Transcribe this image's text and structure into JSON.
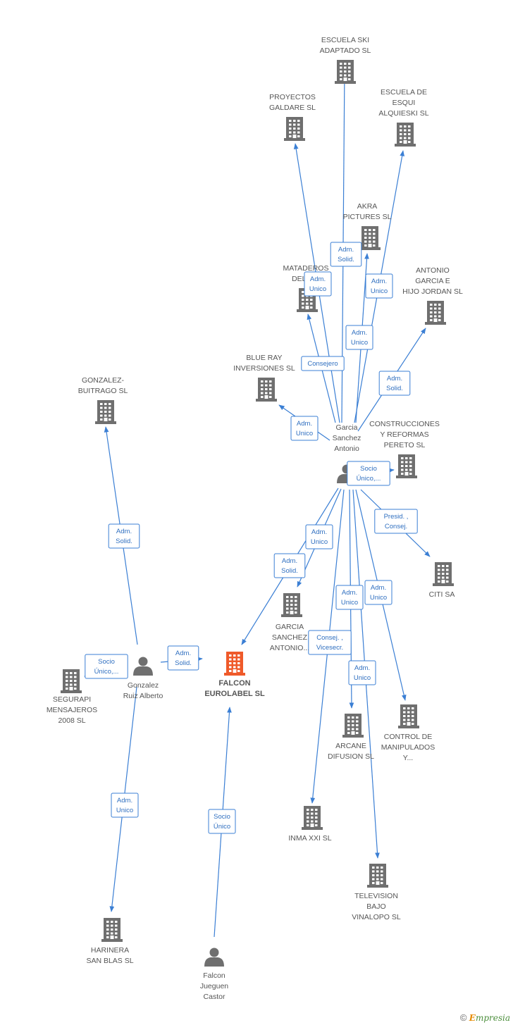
{
  "colors": {
    "edge": "#3b7fd4",
    "building": "#6f6f6f",
    "main_building": "#ef5a2a",
    "person": "#6f6f6f"
  },
  "nodes": [
    {
      "id": "falcon",
      "type": "company-main",
      "label": [
        "FALCON",
        "EUROLABEL SL"
      ]
    },
    {
      "id": "gsa",
      "type": "person",
      "label": [
        "Garcia",
        "Sanchez",
        "Antonio"
      ]
    },
    {
      "id": "gra",
      "type": "person",
      "label": [
        "Gonzalez",
        "Ruiz Alberto"
      ]
    },
    {
      "id": "fjc",
      "type": "person",
      "label": [
        "Falcon",
        "Jueguen",
        "Castor"
      ]
    },
    {
      "id": "eskiadapt",
      "type": "company",
      "label": [
        "ESCUELA SKI",
        "ADAPTADO SL"
      ]
    },
    {
      "id": "proyectos",
      "type": "company",
      "label": [
        "PROYECTOS",
        "GALDARE SL"
      ]
    },
    {
      "id": "escuelaesqui",
      "type": "company",
      "label": [
        "ESCUELA DE",
        "ESQUI",
        "ALQUIESKI SL"
      ]
    },
    {
      "id": "akra",
      "type": "company",
      "label": [
        "AKRA",
        "PICTURES SL"
      ]
    },
    {
      "id": "mataderos",
      "type": "company",
      "label": [
        "MATADEROS",
        "DEL O..."
      ]
    },
    {
      "id": "antoniogarcia",
      "type": "company",
      "label": [
        "ANTONIO",
        "GARCIA E",
        "HIJO JORDAN SL"
      ]
    },
    {
      "id": "blueray",
      "type": "company",
      "label": [
        "BLUE RAY",
        "INVERSIONES SL"
      ]
    },
    {
      "id": "construcciones",
      "type": "company",
      "label": [
        "CONSTRUCCIONES",
        "Y REFORMAS",
        "PERETO  SL"
      ]
    },
    {
      "id": "gonzalezbuitrago",
      "type": "company",
      "label": [
        "GONZALEZ-",
        "BUITRAGO SL"
      ]
    },
    {
      "id": "citi",
      "type": "company",
      "label": [
        "CITI SA"
      ]
    },
    {
      "id": "garciasanchez",
      "type": "company",
      "label": [
        "GARCIA",
        "SANCHEZ",
        "ANTONIO..."
      ]
    },
    {
      "id": "segurapi",
      "type": "company",
      "label": [
        "SEGURAPI",
        "MENSAJEROS",
        "2008 SL"
      ]
    },
    {
      "id": "arcane",
      "type": "company",
      "label": [
        "ARCANE",
        "DIFUSION SL"
      ]
    },
    {
      "id": "control",
      "type": "company",
      "label": [
        "CONTROL DE",
        "MANIPULADOS",
        "Y..."
      ]
    },
    {
      "id": "inma",
      "type": "company",
      "label": [
        "INMA XXI SL"
      ]
    },
    {
      "id": "television",
      "type": "company",
      "label": [
        "TELEVISION",
        "BAJO",
        "VINALOPO SL"
      ]
    },
    {
      "id": "harinera",
      "type": "company",
      "label": [
        "HARINERA",
        "SAN BLAS SL"
      ]
    }
  ],
  "edges": [
    {
      "from": "gsa",
      "to": "eskiadapt",
      "label": [
        "Adm.",
        "Solid."
      ]
    },
    {
      "from": "gsa",
      "to": "proyectos",
      "label": [
        "Adm.",
        "Unico"
      ]
    },
    {
      "from": "gsa",
      "to": "escuelaesqui",
      "label": [
        "Adm.",
        "Unico"
      ]
    },
    {
      "from": "gsa",
      "to": "akra",
      "label": [
        "Adm.",
        "Unico"
      ]
    },
    {
      "from": "gsa",
      "to": "mataderos",
      "label": [
        "Consejero"
      ]
    },
    {
      "from": "gsa",
      "to": "antoniogarcia",
      "label": [
        "Adm.",
        "Solid."
      ]
    },
    {
      "from": "gsa",
      "to": "blueray",
      "label": [
        "Adm.",
        "Unico"
      ]
    },
    {
      "from": "gsa",
      "to": "construcciones",
      "label": [
        "Socio",
        "Único,..."
      ]
    },
    {
      "from": "gsa",
      "to": "citi",
      "label": [
        "Presid. ,",
        "Consej."
      ]
    },
    {
      "from": "gsa",
      "to": "garciasanchez",
      "label": [
        "Adm.",
        "Unico"
      ]
    },
    {
      "from": "gsa",
      "to": "falcon",
      "label": [
        "Adm.",
        "Solid."
      ]
    },
    {
      "from": "gsa",
      "to": "arcane",
      "label": [
        "Adm.",
        "Unico"
      ]
    },
    {
      "from": "gsa",
      "to": "control",
      "label": [
        "Adm.",
        "Unico"
      ]
    },
    {
      "from": "gsa",
      "to": "inma",
      "label": [
        "Consej. ,",
        "Vicesecr."
      ]
    },
    {
      "from": "gsa",
      "to": "television",
      "label": [
        "Adm.",
        "Unico"
      ]
    },
    {
      "from": "gra",
      "to": "gonzalezbuitrago",
      "label": [
        "Adm.",
        "Solid."
      ]
    },
    {
      "from": "gra",
      "to": "falcon",
      "label": [
        "Adm.",
        "Solid."
      ]
    },
    {
      "from": "gra",
      "to": "segurapi",
      "label": [
        "Socio",
        "Único,..."
      ]
    },
    {
      "from": "gra",
      "to": "harinera",
      "label": [
        "Adm.",
        "Unico"
      ]
    },
    {
      "from": "fjc",
      "to": "falcon",
      "label": [
        "Socio",
        "Único"
      ]
    }
  ],
  "footer": {
    "copyright": "©",
    "brand_e": "E",
    "brand_rest": "mpresia"
  }
}
